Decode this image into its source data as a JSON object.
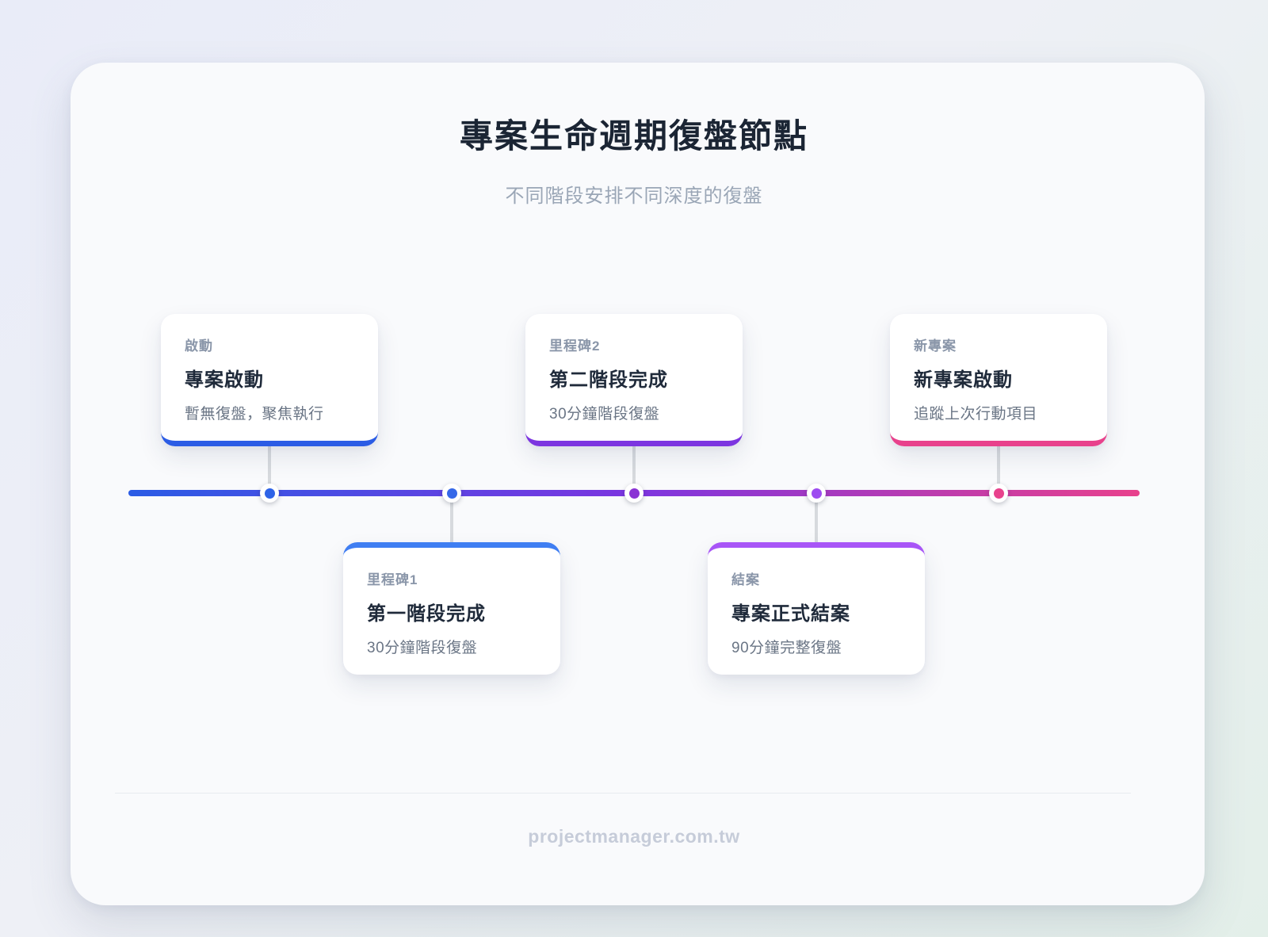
{
  "header": {
    "title": "專案生命週期復盤節點",
    "subtitle": "不同階段安排不同深度的復盤"
  },
  "footer": {
    "site": "projectmanager.com.tw"
  },
  "colors": {
    "background_start": "#e9ecf8",
    "background_end": "#e3efe9",
    "panel": "#f9fafc",
    "title_text": "#1b2534",
    "subtitle_text": "#9aa6b6",
    "label_text": "#8a96a9",
    "card_title_text": "#1f2a3a",
    "desc_text": "#6a7585",
    "connector": "#d7dade",
    "footer_text": "#c6ccd9"
  },
  "timeline": {
    "line_gradient": [
      "#2b5ce5",
      "#7c35e0",
      "#e8418c"
    ],
    "nodes": [
      {
        "label": "啟動",
        "title": "專案啟動",
        "desc": "暫無復盤，聚焦執行",
        "side": "above",
        "accent": "#2b5ce5",
        "dot_color": "#2e63e7"
      },
      {
        "label": "里程碑1",
        "title": "第一階段完成",
        "desc": "30分鐘階段復盤",
        "side": "below",
        "accent": "#3f7ef2",
        "dot_color": "#3568e8"
      },
      {
        "label": "里程碑2",
        "title": "第二階段完成",
        "desc": "30分鐘階段復盤",
        "side": "above",
        "accent": "#7c35e0",
        "dot_color": "#8a33d4"
      },
      {
        "label": "結案",
        "title": "專案正式結案",
        "desc": "90分鐘完整復盤",
        "side": "below",
        "accent": "#a855f7",
        "dot_color": "#9d4cf0"
      },
      {
        "label": "新專案",
        "title": "新專案啟動",
        "desc": "追蹤上次行動項目",
        "side": "above",
        "accent": "#e8418c",
        "dot_color": "#e8428d"
      }
    ]
  }
}
